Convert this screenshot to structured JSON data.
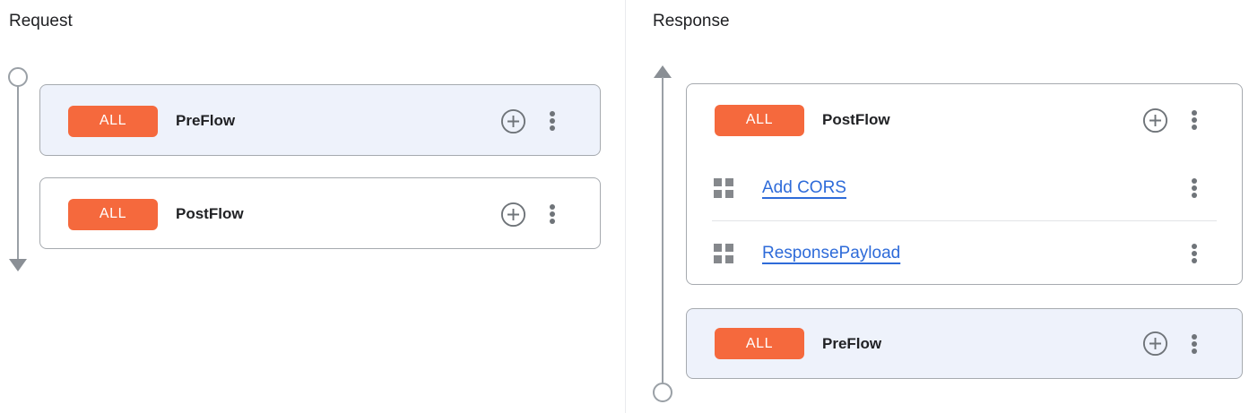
{
  "request": {
    "title": "Request",
    "preflow": {
      "badge": "ALL",
      "label": "PreFlow"
    },
    "postflow": {
      "badge": "ALL",
      "label": "PostFlow"
    }
  },
  "response": {
    "title": "Response",
    "postflow": {
      "badge": "ALL",
      "label": "PostFlow",
      "policies": [
        {
          "name": "Add CORS"
        },
        {
          "name": "ResponsePayload"
        }
      ]
    },
    "preflow": {
      "badge": "ALL",
      "label": "PreFlow"
    }
  },
  "icons": {
    "add_policy": "add-circle-outline-icon",
    "more_options": "vertical-dots-icon",
    "policy_handle": "grid-2x2-icon",
    "flow_start": "circle-endpoint",
    "flow_direction_request": "arrow-down",
    "flow_direction_response": "arrow-up"
  },
  "colors": {
    "badge_orange": "#f5693d",
    "highlighted_card_bg": "#eef2fb",
    "card_border": "#a6aaaf",
    "link_blue": "#2e6bd9",
    "track_gray": "#9aa0a6"
  }
}
